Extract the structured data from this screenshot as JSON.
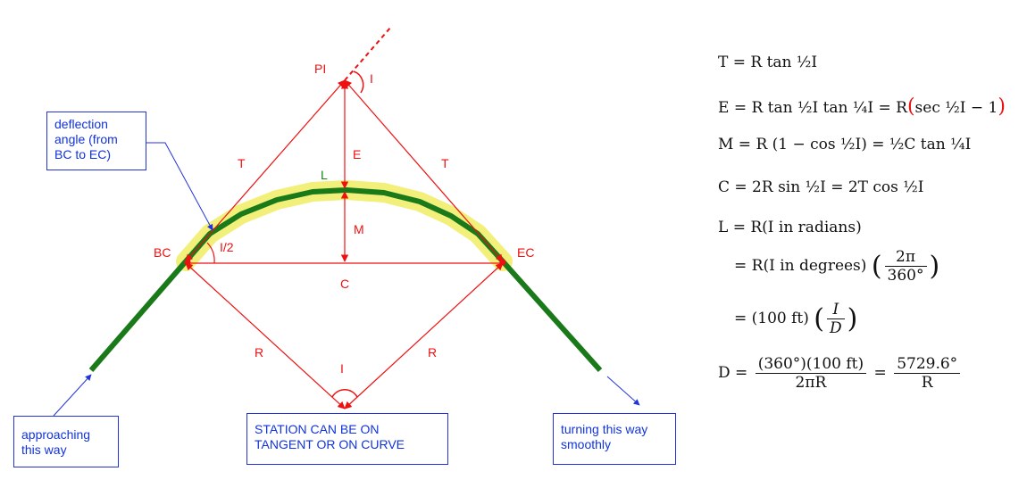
{
  "labels": {
    "pi": "PI",
    "i_top": "I",
    "i_bottom": "I",
    "t_left": "T",
    "t_right": "T",
    "e": "E",
    "l": "L",
    "m": "M",
    "c": "C",
    "bc": "BC",
    "ec": "EC",
    "r_left": "R",
    "r_right": "R",
    "half_i": "I/2"
  },
  "callouts": {
    "deflection": "deflection angle (from BC to EC)",
    "approaching": "approaching this way",
    "station": "STATION CAN BE ON TANGENT OR ON CURVE",
    "turning": "turning this way smoothly"
  },
  "formulas": {
    "t": "T = R tan ½I",
    "e_lhs": "E = R tan ½I tan ¼I = R",
    "e_mid": "sec ½I − 1",
    "m": "M = R (1 − cos ½I) = ½C tan ¼I",
    "c": "C = 2R sin ½I = 2T cos ½I",
    "l1": "L = R(I in radians)",
    "l2_lhs": "= R(I in degrees)",
    "l2_num": "2π",
    "l2_den": "360°",
    "l3_lhs": "= (100 ft)",
    "l3_num": "I",
    "l3_den": "D",
    "d_lhs": "D =",
    "d_num1": "(360°)(100 ft)",
    "d_den1": "2πR",
    "d_eq": "=",
    "d_num2": "5729.6°",
    "d_den2": "R"
  },
  "colors": {
    "road": "#1a7a1a",
    "highlight": "#f2f07a",
    "construction": "#ee1111",
    "callout": "#2233dd"
  }
}
